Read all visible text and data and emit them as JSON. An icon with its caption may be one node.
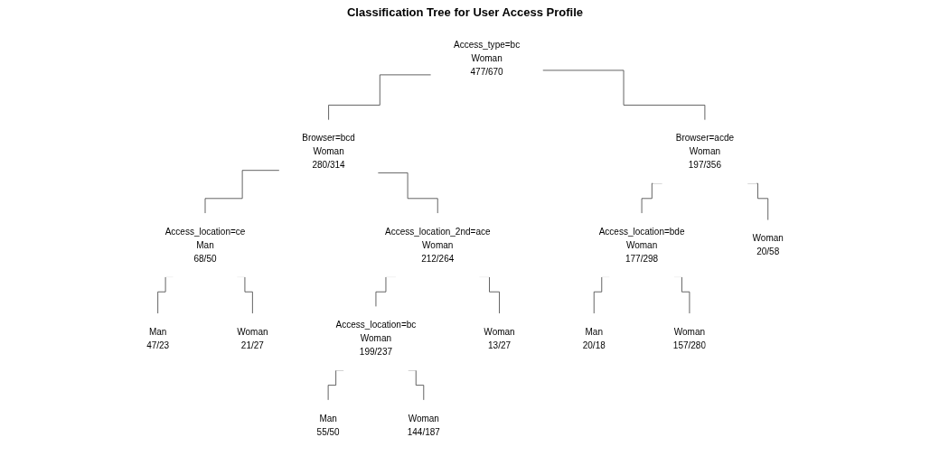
{
  "diagram": {
    "title": "Classification Tree for User Access Profile",
    "nodes": [
      {
        "text": [
          "Access_type=bc",
          "Woman",
          "477/670"
        ]
      },
      {
        "text": [
          "Browser=bcd",
          "Woman",
          "280/314"
        ]
      },
      {
        "text": [
          "Browser=acde",
          "Woman",
          "197/356"
        ]
      },
      {
        "text": [
          "Access_location=ce",
          "Man",
          "68/50"
        ]
      },
      {
        "text": [
          "Access_location_2nd=ace",
          "Woman",
          "212/264"
        ]
      },
      {
        "text": [
          "Access_location=bde",
          "Woman",
          "177/298"
        ]
      },
      {
        "text": [
          "Woman",
          "20/58"
        ]
      },
      {
        "text": [
          "Man",
          "47/23"
        ]
      },
      {
        "text": [
          "Woman",
          "21/27"
        ]
      },
      {
        "text": [
          "Access_location=bc",
          "Woman",
          "199/237"
        ]
      },
      {
        "text": [
          "Woman",
          "13/27"
        ]
      },
      {
        "text": [
          "Man",
          "20/18"
        ]
      },
      {
        "text": [
          "Woman",
          "157/280"
        ]
      },
      {
        "text": [
          "Man",
          "55/50"
        ]
      },
      {
        "text": [
          "Woman",
          "144/187"
        ]
      }
    ],
    "edges": [
      {
        "from": 0,
        "to": 1,
        "arrow": "none"
      },
      {
        "from": 0,
        "to": 2,
        "arrow": "none"
      },
      {
        "from": 1,
        "to": 3,
        "arrow": "none"
      },
      {
        "from": 1,
        "to": 4,
        "arrow": "none"
      },
      {
        "from": 2,
        "to": 5,
        "arrow": "none"
      },
      {
        "from": 2,
        "to": 6,
        "arrow": "none"
      },
      {
        "from": 3,
        "to": 7,
        "arrow": "none"
      },
      {
        "from": 3,
        "to": 8,
        "arrow": "none"
      },
      {
        "from": 4,
        "to": 9,
        "arrow": "none"
      },
      {
        "from": 4,
        "to": 10,
        "arrow": "none"
      },
      {
        "from": 5,
        "to": 11,
        "arrow": "none"
      },
      {
        "from": 5,
        "to": 12,
        "arrow": "none"
      },
      {
        "from": 9,
        "to": 13,
        "arrow": "none"
      },
      {
        "from": 9,
        "to": 14,
        "arrow": "none"
      }
    ]
  }
}
